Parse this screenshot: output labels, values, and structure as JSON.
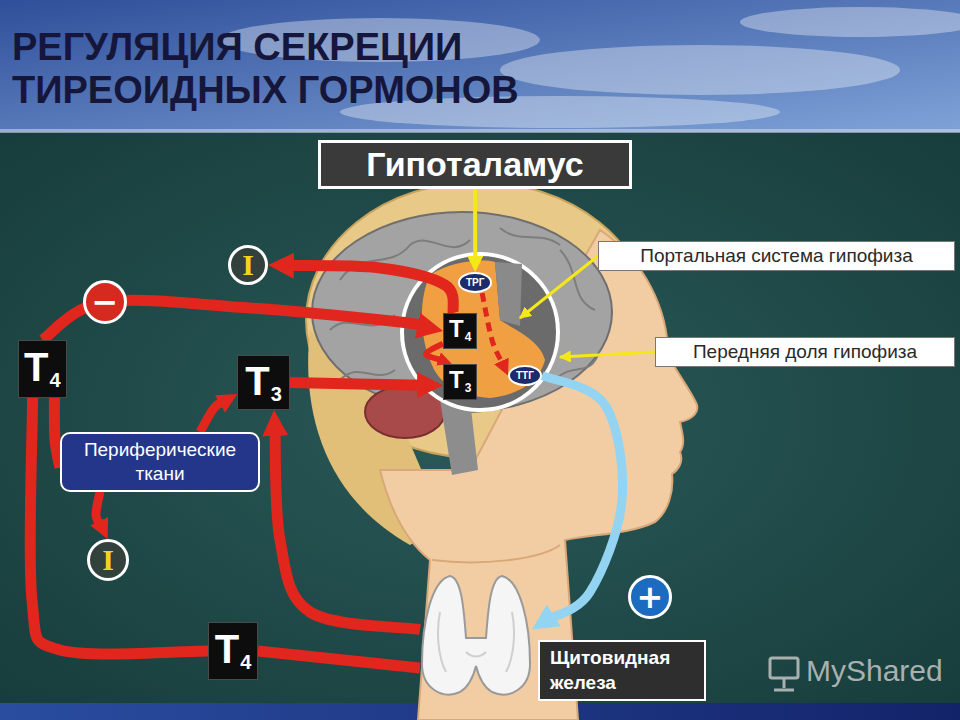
{
  "diagram": {
    "title": "РЕГУЛЯЦИЯ СЕКРЕЦИИ ТИРЕОИДНЫХ ГОРМОНОВ",
    "nodes": [
      {
        "text": [
          "Гипоталамус"
        ]
      },
      {
        "text": [
          "Портальная система гипофиза"
        ]
      },
      {
        "text": [
          "I"
        ]
      },
      {
        "text": [
          "ТРГ"
        ]
      },
      {
        "text": [
          "−"
        ]
      },
      {
        "text": [
          "T",
          "4"
        ]
      },
      {
        "text": [
          "Передняя доля гипофиза"
        ]
      },
      {
        "text": [
          "T",
          "4"
        ]
      },
      {
        "text": [
          "T",
          "3"
        ]
      },
      {
        "text": [
          "T",
          "3"
        ]
      },
      {
        "text": [
          "ТТГ"
        ]
      },
      {
        "text": [
          "Периферические ткани"
        ]
      },
      {
        "text": [
          "I"
        ]
      },
      {
        "text": [
          "+"
        ]
      },
      {
        "text": [
          "T",
          "4"
        ]
      },
      {
        "text": [
          "Щитовидная железа"
        ]
      }
    ],
    "edges": [
      {
        "from": 0,
        "to": 3,
        "arrow": "to"
      },
      {
        "from": 3,
        "to": 10,
        "arrow": "to"
      },
      {
        "from": 10,
        "to": 15,
        "arrow": "to"
      },
      {
        "from": 15,
        "to": 14,
        "arrow": "none"
      },
      {
        "from": 14,
        "to": 7,
        "arrow": "none"
      },
      {
        "from": 7,
        "to": 5,
        "arrow": "to"
      },
      {
        "from": 15,
        "to": 8,
        "arrow": "to"
      },
      {
        "from": 8,
        "to": 9,
        "arrow": "to"
      },
      {
        "from": 5,
        "to": 2,
        "arrow": "to"
      },
      {
        "from": 5,
        "to": 9,
        "arrow": "to"
      },
      {
        "from": 7,
        "to": 11,
        "arrow": "none"
      },
      {
        "from": 11,
        "to": 8,
        "arrow": "to"
      },
      {
        "from": 11,
        "to": 12,
        "arrow": "to"
      }
    ],
    "labels": [
      "MyShared"
    ]
  }
}
